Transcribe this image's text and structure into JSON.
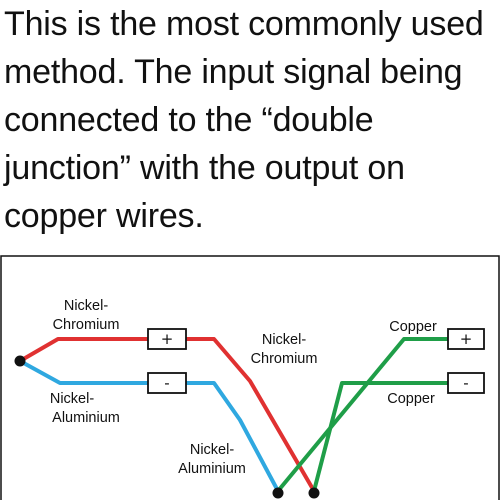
{
  "intro": {
    "text": "This is the most commonly used method. The input signal being connected to the “double junction” with the output on copper wires."
  },
  "diagram": {
    "labels": {
      "nickel_chromium_top_left_line1": "Nickel-",
      "nickel_chromium_top_left_line2": "Chromium",
      "nickel_aluminium_bottom_left_line1": "Nickel-",
      "nickel_aluminium_bottom_left_line2": "Aluminium",
      "nickel_chromium_middle_line1": "Nickel-",
      "nickel_chromium_middle_line2": "Chromium",
      "nickel_aluminium_middle_line1": "Nickel-",
      "nickel_aluminium_middle_line2": "Aluminium",
      "copper_top": "Copper",
      "copper_bottom": "Copper"
    },
    "terminals": {
      "plus": "+",
      "minus": "-"
    },
    "colors": {
      "nickel_chromium": "#e03131",
      "nickel_aluminium": "#2fa8e0",
      "copper": "#1f9e48",
      "outline": "#111111"
    }
  }
}
